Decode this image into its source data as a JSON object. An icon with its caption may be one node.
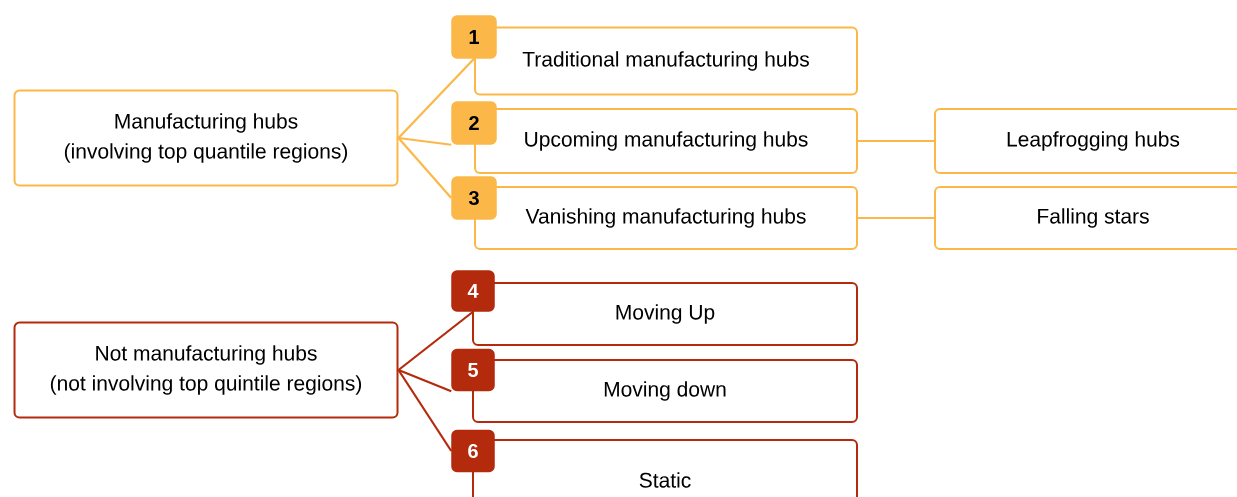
{
  "diagram": {
    "nodes": [
      {
        "text": [
          "Manufacturing hubs",
          "(involving top quantile regions)"
        ]
      },
      {
        "text": [
          "1"
        ]
      },
      {
        "text": [
          "Traditional manufacturing hubs"
        ]
      },
      {
        "text": [
          "2"
        ]
      },
      {
        "text": [
          "Upcoming manufacturing hubs"
        ]
      },
      {
        "text": [
          "3"
        ]
      },
      {
        "text": [
          "Vanishing manufacturing hubs"
        ]
      },
      {
        "text": [
          "Leapfrogging hubs"
        ]
      },
      {
        "text": [
          "Falling stars"
        ]
      },
      {
        "text": [
          "Not manufacturing hubs",
          "(not involving top quintile regions)"
        ]
      },
      {
        "text": [
          "4"
        ]
      },
      {
        "text": [
          "Moving Up"
        ]
      },
      {
        "text": [
          "5"
        ]
      },
      {
        "text": [
          "Moving down"
        ]
      },
      {
        "text": [
          "6"
        ]
      },
      {
        "text": [
          "Static"
        ]
      }
    ],
    "edges": [
      {
        "from": 0,
        "to": 1,
        "arrow": "none"
      },
      {
        "from": 0,
        "to": 3,
        "arrow": "none"
      },
      {
        "from": 0,
        "to": 5,
        "arrow": "none"
      },
      {
        "from": 4,
        "to": 7,
        "arrow": "none"
      },
      {
        "from": 6,
        "to": 8,
        "arrow": "none"
      },
      {
        "from": 9,
        "to": 10,
        "arrow": "none",
        "color": "#b32a0c"
      },
      {
        "from": 9,
        "to": 12,
        "arrow": "none",
        "color": "#b32a0c"
      },
      {
        "from": 9,
        "to": 14,
        "arrow": "none",
        "color": "#b32a0c"
      }
    ]
  }
}
